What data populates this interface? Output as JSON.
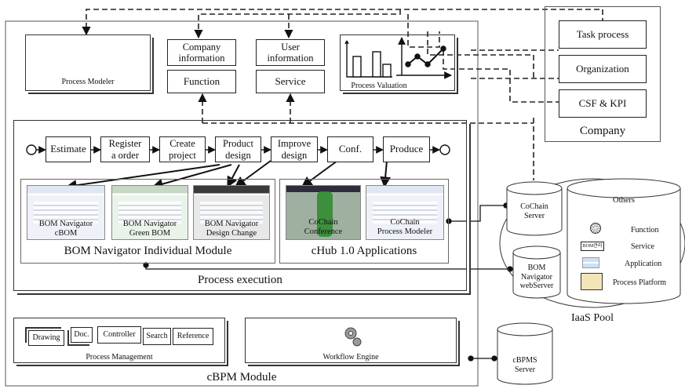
{
  "process_modeler": {
    "label": "Process Modeler"
  },
  "top_boxes": {
    "company_information": "Company\ninformation",
    "user_information": "User\ninformation",
    "function": "Function",
    "service": "Service"
  },
  "process_valuation": {
    "label": "Process Valuation"
  },
  "company": {
    "title": "Company",
    "items": [
      "Task process",
      "Organization",
      "CSF & KPI"
    ]
  },
  "process_execution": {
    "title": "Process execution",
    "steps": [
      "Estimate",
      "Register\na order",
      "Create\nproject",
      "Product\ndesign",
      "Improve\ndesign",
      "Conf.",
      "Produce"
    ]
  },
  "bom_module": {
    "title": "BOM Navigator  Individual Module",
    "apps": [
      "BOM Navigator\ncBOM",
      "BOM Navigator\nGreen BOM",
      "BOM Navigator\nDesign Change"
    ]
  },
  "chub": {
    "title": "cHub 1.0 Applications",
    "apps": [
      "CoChain\nConference",
      "CoChain\nProcess Modeler"
    ]
  },
  "cbpm": {
    "title": "cBPM Module",
    "process_management": {
      "label": "Process Management",
      "items": [
        "Drawing",
        "Doc.",
        "Controller",
        "Search",
        "Reference"
      ]
    },
    "workflow_engine": {
      "label": "Workflow Engine"
    }
  },
  "iaas": {
    "title": "IaaS Pool",
    "cochain_server": "CoChain\nServer",
    "bom_webserver": "BOM\nNavigator\nwebServer",
    "others": {
      "title": "Others",
      "items": [
        "Function",
        "Service",
        "Application",
        "Process Platform"
      ],
      "icon_text": "BOM관리"
    }
  },
  "cbpms_server": "cBPMS\nServer"
}
